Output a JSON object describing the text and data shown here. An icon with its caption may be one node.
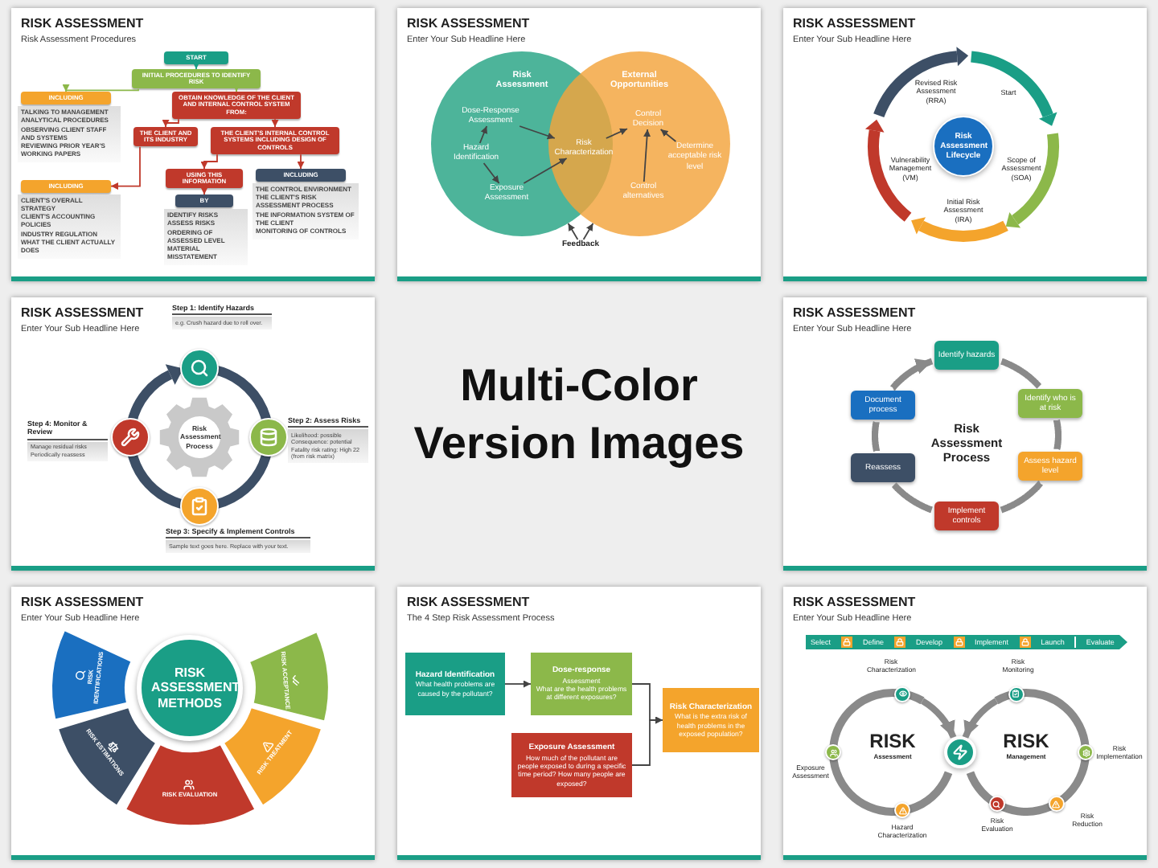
{
  "diagram": {
    "title": "Multi-Color Version Images",
    "nodes": [
      {
        "text": [
          "RISK ASSESSMENT",
          "Risk Assessment Procedures"
        ]
      },
      {
        "text": [
          "START"
        ],
        "in": 0
      },
      {
        "text": [
          "INITIAL PROCEDURES TO IDENTIFY RISK"
        ],
        "in": 0
      },
      {
        "text": [
          "INCLUDING"
        ],
        "in": 0
      },
      {
        "text": [
          "TALKING TO MANAGEMENT",
          "ANALYTICAL PROCEDURES",
          "OBSERVING CLIENT STAFF AND SYSTEMS",
          "REVIEWING PRIOR YEAR'S WORKING PAPERS"
        ],
        "in": 0
      },
      {
        "text": [
          "OBTAIN KNOWLEDGE OF THE CLIENT AND INTERNAL CONTROL SYSTEM FROM:"
        ],
        "in": 0
      },
      {
        "text": [
          "THE CLIENT AND ITS INDUSTRY"
        ],
        "in": 0
      },
      {
        "text": [
          "THE CLIENT'S INTERNAL CONTROL SYSTEMS INCLUDING DESIGN OF CONTROLS"
        ],
        "in": 0
      },
      {
        "text": [
          "INCLUDING"
        ],
        "in": 0
      },
      {
        "text": [
          "CLIENT'S OVERALL STRATEGY",
          "CLIENT'S ACCOUNTING POLICIES",
          "INDUSTRY REGULATION",
          "WHAT THE CLIENT ACTUALLY DOES"
        ],
        "in": 0
      },
      {
        "text": [
          "USING THIS INFORMATION"
        ],
        "in": 0
      },
      {
        "text": [
          "INCLUDING"
        ],
        "in": 0
      },
      {
        "text": [
          "THE CONTROL ENVIRONMENT",
          "THE CLIENT'S RISK ASSESSMENT PROCESS",
          "THE INFORMATION SYSTEM OF THE CLIENT",
          "MONITORING OF CONTROLS"
        ],
        "in": 0
      },
      {
        "text": [
          "BY"
        ],
        "in": 0
      },
      {
        "text": [
          "IDENTIFY RISKS",
          "ASSESS RISKS",
          "ORDERING OF ASSESSED LEVEL",
          "MATERIAL MISSTATEMENT"
        ],
        "in": 0
      },
      {
        "text": [
          "RISK ASSESSMENT",
          "Enter Your Sub Headline Here"
        ]
      },
      {
        "text": [
          "Risk Assessment"
        ],
        "in": 15
      },
      {
        "text": [
          "Dose-Response Assessment"
        ],
        "in": 16
      },
      {
        "text": [
          "Hazard Identification"
        ],
        "in": 16
      },
      {
        "text": [
          "Exposure Assessment"
        ],
        "in": 16
      },
      {
        "text": [
          "External Opportunities"
        ],
        "in": 15
      },
      {
        "text": [
          "Risk Characterization"
        ]
      },
      {
        "text": [
          "Control Decision"
        ],
        "in": 20
      },
      {
        "text": [
          "Determine acceptable risk level"
        ],
        "in": 20
      },
      {
        "text": [
          "Control alternatives"
        ],
        "in": 20
      },
      {
        "text": [
          "Feedback"
        ],
        "in": 15
      },
      {
        "text": [
          "RISK ASSESSMENT",
          "Enter Your Sub Headline Here"
        ]
      },
      {
        "text": [
          "Risk Assessment Lifecycle"
        ],
        "in": 26
      },
      {
        "text": [
          "RISK ASSESSMENT",
          "Enter Your Sub Headline Here"
        ]
      },
      {
        "text": [
          "Risk Assessment Process"
        ],
        "in": 28
      },
      {
        "text": [
          "Step 1: Identify Hazards",
          "e.g. Crush hazard due to roll over."
        ],
        "in": 28
      },
      {
        "text": [
          "Step 2: Assess Risks",
          "Likelihood: possible Consequence: potential Fatality risk rating: High 22 (from risk matrix)"
        ],
        "in": 28
      },
      {
        "text": [
          "Step 3: Specify & Implement Controls",
          "Sample text goes here. Replace with your text."
        ],
        "in": 28
      },
      {
        "text": [
          "Step 4: Monitor & Review",
          "Manage residual risks Periodically reassess"
        ],
        "in": 28
      },
      {
        "text": [
          "RISK ASSESSMENT",
          "Enter Your Sub Headline Here"
        ]
      },
      {
        "text": [
          "Identify hazards"
        ],
        "in": 34
      },
      {
        "text": [
          "Identify who is at risk"
        ],
        "in": 34
      },
      {
        "text": [
          "Assess hazard level"
        ],
        "in": 34
      },
      {
        "text": [
          "Implement controls"
        ],
        "in": 34
      },
      {
        "text": [
          "Reassess"
        ],
        "in": 34
      },
      {
        "text": [
          "Document process"
        ],
        "in": 34
      },
      {
        "text": [
          "RISK ASSESSMENT",
          "Enter Your Sub Headline Here"
        ]
      },
      {
        "text": [
          "RISK ASSESSMENT METHODS"
        ],
        "in": 41
      },
      {
        "text": [
          "RISK IDENTIFICATIONS"
        ],
        "in": 41
      },
      {
        "text": [
          "RISK ESTIMATIONS"
        ],
        "in": 41
      },
      {
        "text": [
          "RISK EVALUATION"
        ],
        "in": 41
      },
      {
        "text": [
          "RISK TREATMENT"
        ],
        "in": 41
      },
      {
        "text": [
          "RISK ACCEPTANCE"
        ],
        "in": 41
      },
      {
        "text": [
          "RISK ASSESSMENT",
          "The 4 Step Risk Assessment Process"
        ]
      },
      {
        "text": [
          "Hazard Identification",
          "What health problems are caused by the pollutant?"
        ],
        "in": 48
      },
      {
        "text": [
          "Dose-response",
          "Assessment",
          "What are the health problems at different exposures?"
        ],
        "in": 48
      },
      {
        "text": [
          "Exposure Assessment",
          "How much of the pollutant are people exposed to during a specific time period? How many people are exposed?"
        ],
        "in": 48
      },
      {
        "text": [
          "Risk Characterization",
          "What is the extra risk of health problems in the exposed population?"
        ],
        "in": 48
      },
      {
        "text": [
          "RISK ASSESSMENT",
          "Enter Your Sub Headline Here"
        ]
      },
      {
        "text": [
          "Select",
          "Define",
          "Develop",
          "Implement",
          "Launch",
          "Evaluate"
        ],
        "in": 53
      },
      {
        "text": [],
        "shape": "circle",
        "in": 53
      }
    ],
    "edges": [
      {
        "from": 1,
        "to": 2,
        "arrow": "to",
        "color": "#1a9e86"
      },
      {
        "from": 2,
        "to": 3,
        "arrow": "to",
        "color": "#8cb84a"
      },
      {
        "from": 2,
        "to": 5,
        "arrow": "to",
        "color": "#8cb84a"
      },
      {
        "from": 5,
        "to": 6,
        "arrow": "to",
        "color": "#c0392b"
      },
      {
        "from": 5,
        "to": 7,
        "arrow": "to",
        "color": "#c0392b"
      },
      {
        "from": 6,
        "to": 8,
        "arrow": "to",
        "color": "#c0392b"
      },
      {
        "from": 7,
        "to": 10,
        "arrow": "to",
        "color": "#c0392b"
      },
      {
        "from": 7,
        "to": 11,
        "arrow": "to",
        "color": "#c0392b"
      },
      {
        "from": 10,
        "to": 13,
        "arrow": "to",
        "color": "#c0392b"
      },
      {
        "from": 18,
        "to": 17,
        "arrow": "to"
      },
      {
        "from": 18,
        "to": 19,
        "arrow": "to"
      },
      {
        "from": 17,
        "to": 21,
        "arrow": "to"
      },
      {
        "from": 19,
        "to": 21,
        "arrow": "to"
      },
      {
        "from": 21,
        "to": 22,
        "arrow": "to"
      },
      {
        "from": 24,
        "to": 22,
        "arrow": "to"
      },
      {
        "from": 23,
        "to": 22,
        "arrow": "to"
      },
      {
        "from": 25,
        "to": 16,
        "arrow": "to"
      },
      {
        "from": 25,
        "to": 20,
        "arrow": "to"
      },
      {
        "from": 35,
        "to": 36,
        "arrow": "none",
        "style": "thick",
        "color": "#8a8a8a"
      },
      {
        "from": 36,
        "to": 37,
        "arrow": "none",
        "style": "thick",
        "color": "#8a8a8a"
      },
      {
        "from": 37,
        "to": 38,
        "arrow": "none",
        "style": "thick",
        "color": "#8a8a8a"
      },
      {
        "from": 38,
        "to": 39,
        "arrow": "none",
        "style": "thick",
        "color": "#8a8a8a"
      },
      {
        "from": 39,
        "to": 40,
        "arrow": "none",
        "style": "thick",
        "color": "#8a8a8a"
      },
      {
        "from": 40,
        "to": 35,
        "arrow": "to",
        "style": "thick",
        "color": "#8a8a8a"
      },
      {
        "from": 49,
        "to": 50,
        "arrow": "to"
      },
      {
        "from": 50,
        "to": 52,
        "arrow": "to"
      },
      {
        "from": 51,
        "to": 52,
        "arrow": "to"
      },
      {
        "from": null,
        "to": 55,
        "arrow": "to",
        "style": "thick",
        "color": "#8a8a8a"
      },
      {
        "from": null,
        "to": 55,
        "arrow": "to",
        "style": "thick",
        "color": "#8a8a8a"
      }
    ],
    "labels": [
      "Revised Risk Assessment (RRA)",
      "Start",
      "Scope of Assessment (SOA)",
      "Vulnerability Management (VM)",
      "Initial Risk Assessment (IRA)",
      "Risk Assessment Process",
      "Risk Characterization",
      "Risk Monitoring",
      "RISK",
      "Assessment",
      "RISK",
      "Management",
      "Risk Implementation",
      "Exposure Assessment",
      "Risk Evaluation",
      "Hazard Characterization",
      "Risk Reduction"
    ]
  }
}
